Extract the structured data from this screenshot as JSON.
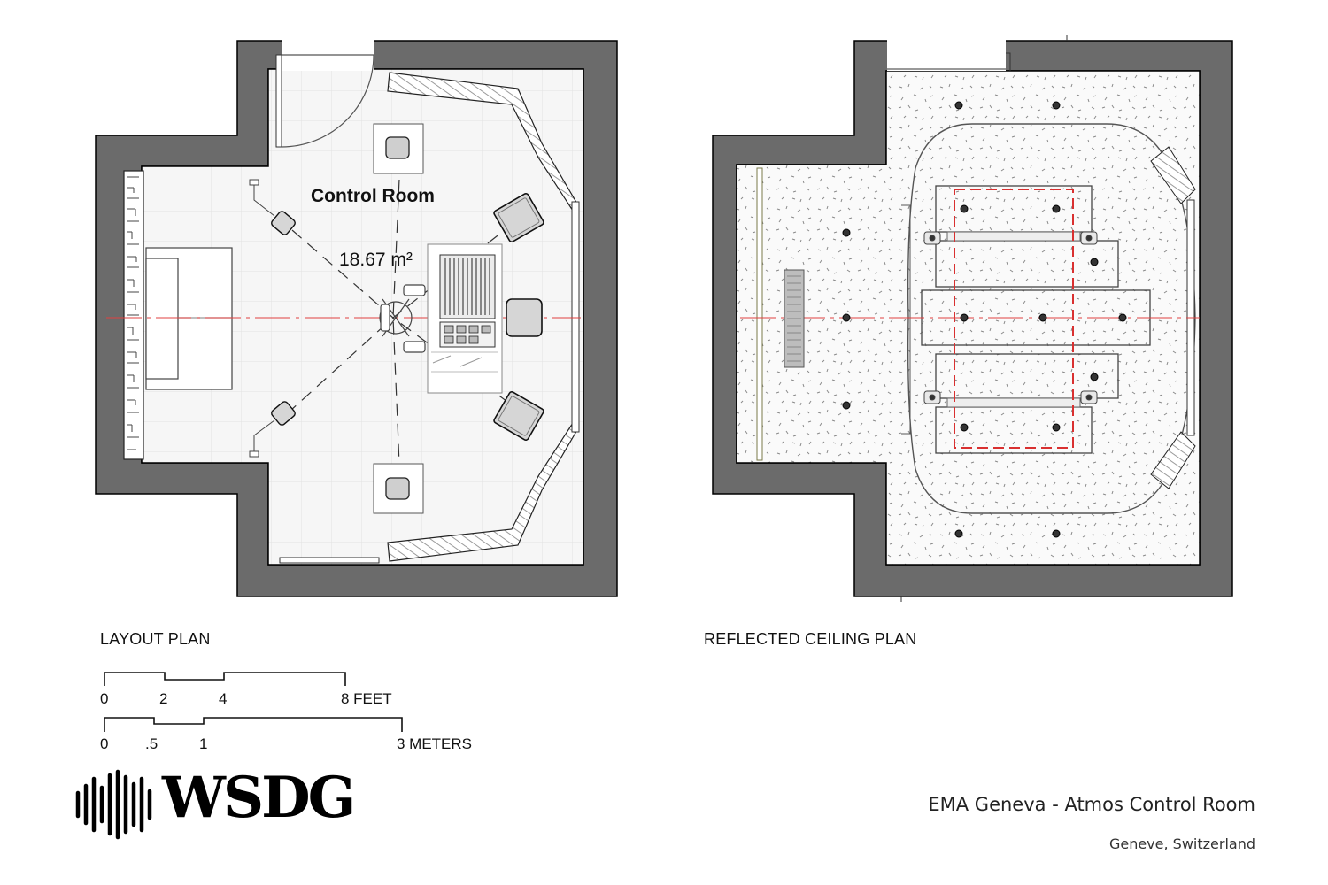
{
  "layout_plan": {
    "room_name": "Control Room",
    "room_area": "18.67 m²",
    "title": "LAYOUT PLAN"
  },
  "ceiling_plan": {
    "title": "REFLECTED CEILING PLAN"
  },
  "scale_bars": {
    "feet": {
      "labels": [
        "0",
        "2",
        "4",
        "8 FEET"
      ]
    },
    "meters": {
      "labels": [
        "0",
        ".5",
        "1",
        "3 METERS"
      ]
    }
  },
  "brand": {
    "name": "WSDG"
  },
  "project": {
    "title": "EMA Geneva - Atmos Control Room",
    "location": "Geneve, Switzerland"
  },
  "colors": {
    "wall": "#6b6b6b",
    "wall_outline": "#000000",
    "axis_line": "#e04040",
    "ceiling_box": "#d93030"
  }
}
